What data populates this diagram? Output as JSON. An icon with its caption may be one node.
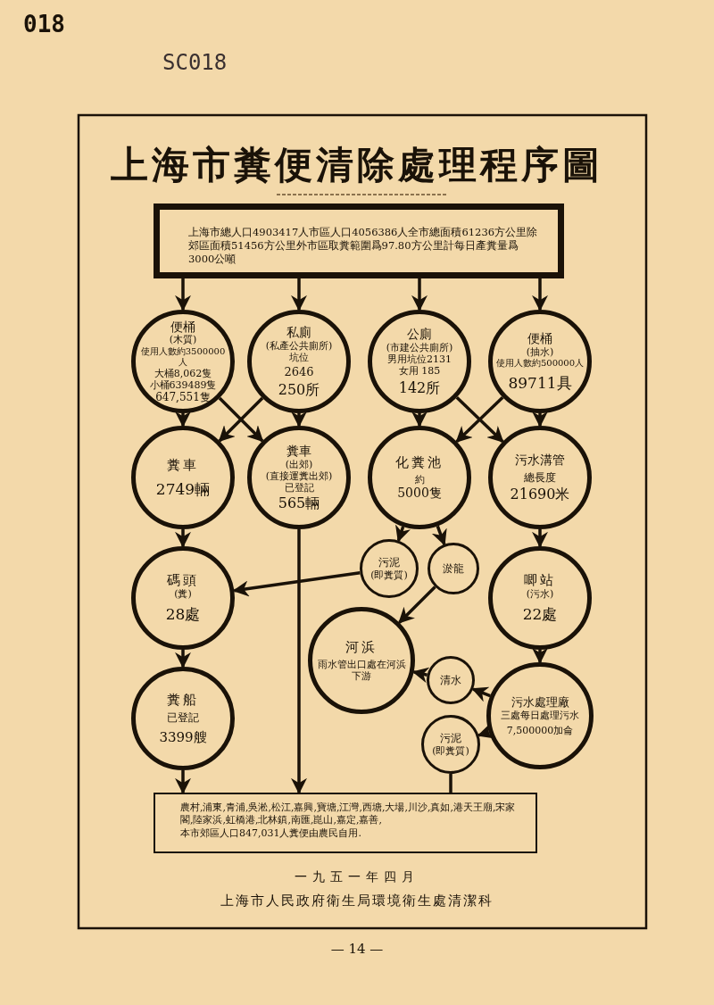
{
  "diagram": {
    "title": "上海市糞便清除處理程序圖",
    "nodes": [
      {
        "text": [
          "上海市總人口4903417人市區人口4056386人全市總面積61236方公里除郊區面積51456方公里外市區取糞範圍爲97.80方公里計每日產糞量爲3000公噸"
        ]
      },
      {
        "text": [
          "便桶",
          "(木質)",
          "使用人數約3500000人",
          "大桶8,062隻",
          "小桶639489隻",
          "647,551隻"
        ]
      },
      {
        "text": [
          "私廁",
          "(私產公共廁所)",
          "坑位",
          "2646",
          "250所"
        ]
      },
      {
        "text": [
          "公廁",
          "(市建公共廁所)",
          "男用坑位2131",
          "女用 185",
          "142所"
        ]
      },
      {
        "text": [
          "便桶",
          "(抽水)",
          "使用人數約500000人",
          "89711具"
        ]
      },
      {
        "text": [
          "糞車",
          "2749輛"
        ]
      },
      {
        "text": [
          "糞車",
          "(出郊)",
          "(直接運糞出郊)",
          "已登記",
          "565輛"
        ]
      },
      {
        "text": [
          "化糞池",
          "約",
          "5000隻"
        ]
      },
      {
        "text": [
          "污水溝管",
          "總長度",
          "21690米"
        ]
      },
      {
        "text": [
          "碼頭",
          "(糞)",
          "28處"
        ]
      },
      {
        "text": [
          "污泥",
          "(即糞質)"
        ]
      },
      {
        "text": [
          "淤龍"
        ]
      },
      {
        "text": [
          "唧站",
          "(污水)",
          "22處"
        ]
      },
      {
        "text": [
          "河浜",
          "雨水管出口處在河浜下游"
        ]
      },
      {
        "text": [
          "清水"
        ]
      },
      {
        "text": [
          "糞船",
          "已登記",
          "3399艘"
        ]
      },
      {
        "text": [
          "污水處理廠",
          "三處每日處理污水",
          "7,500000加侖"
        ]
      },
      {
        "text": [
          "污泥",
          "(即糞質)"
        ]
      },
      {
        "text": [
          "農村,浦東,青浦,吳淞,松江,嘉興,寶塘,江灣,西塘,大場,川沙,真如,港天王廟,宋家閣,陸家浜,虹橋港,北林鎮,南匯,崑山,嘉定,嘉善,",
          "本市郊區人口847,031人糞便由農民自用."
        ]
      }
    ],
    "edges": [
      {
        "from": 0,
        "to": 1,
        "arrow": "to"
      },
      {
        "from": 0,
        "to": 2,
        "arrow": "to"
      },
      {
        "from": 0,
        "to": 3,
        "arrow": "to"
      },
      {
        "from": 0,
        "to": 4,
        "arrow": "to"
      },
      {
        "from": 1,
        "to": 5,
        "arrow": "to"
      },
      {
        "from": 1,
        "to": 6,
        "arrow": "to"
      },
      {
        "from": 2,
        "to": 5,
        "arrow": "to"
      },
      {
        "from": 2,
        "to": 6,
        "arrow": "to"
      },
      {
        "from": 3,
        "to": 7,
        "arrow": "to"
      },
      {
        "from": 3,
        "to": 8,
        "arrow": "to"
      },
      {
        "from": 4,
        "to": 7,
        "arrow": "to"
      },
      {
        "from": 4,
        "to": 8,
        "arrow": "to"
      },
      {
        "from": 5,
        "to": 9,
        "arrow": "to"
      },
      {
        "from": 6,
        "to": 18,
        "arrow": "to"
      },
      {
        "from": 7,
        "to": 10,
        "arrow": "to"
      },
      {
        "from": 7,
        "to": 11,
        "arrow": "to"
      },
      {
        "from": 10,
        "to": 9,
        "arrow": "to"
      },
      {
        "from": 11,
        "to": 13,
        "arrow": "to"
      },
      {
        "from": 8,
        "to": 12,
        "arrow": "to"
      },
      {
        "from": 12,
        "to": 16,
        "arrow": "to"
      },
      {
        "from": 16,
        "to": 14,
        "arrow": "to"
      },
      {
        "from": 14,
        "to": 13,
        "arrow": "to"
      },
      {
        "from": 16,
        "to": 17,
        "arrow": "to"
      },
      {
        "from": 17,
        "to": 18,
        "arrow": "none"
      },
      {
        "from": 9,
        "to": 15,
        "arrow": "to"
      },
      {
        "from": 15,
        "to": 18,
        "arrow": "to"
      }
    ],
    "labels": [
      "018",
      "SC018",
      "一九五一年四月",
      "上海市人民政府衛生局環境衛生處清潔科",
      "— 14 —"
    ]
  }
}
